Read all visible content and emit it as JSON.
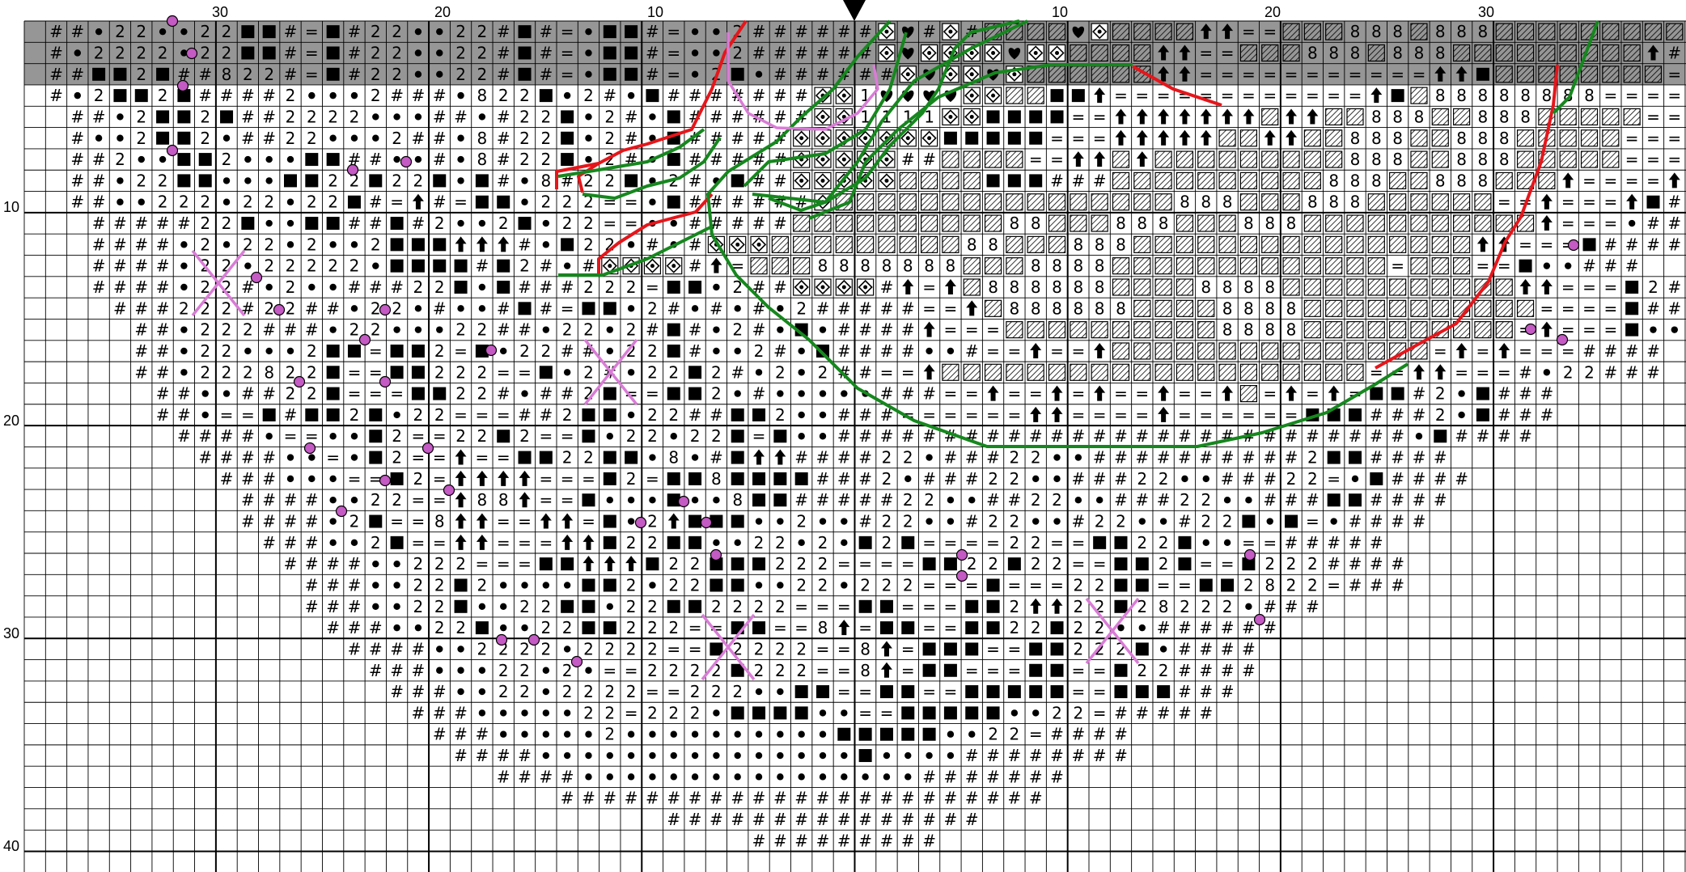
{
  "title": "",
  "top_numbers": [
    "30",
    "20",
    "10",
    "10",
    "20",
    "30"
  ],
  "left_numbers": [
    "10",
    "20",
    "30",
    "40"
  ],
  "center_marker": "black-down-triangle-icon",
  "symbol_key": {
    "H": "#",
    "D": "•",
    "T": "2",
    "Q": "■",
    "E": "=",
    "A": "arrow-up-icon",
    "S": "hatched-square-icon",
    "B": "8",
    "M": "diamond-icon",
    "K": "heart-icon",
    "O": "1",
    "X": "dotted-diamond-icon"
  },
  "colors": {
    "shaded_band": "#969696",
    "grid": "#000000",
    "outline_red": "#e5161b",
    "outline_green": "#16871e",
    "backstitch_pink": "#d97cd6",
    "bead_fill": "#c45ac3"
  },
  "pattern_rows": [
    "HHDTTDDTTQQHEQHTTDDTTHQHEDQQHEDDTHHHHHHMKHMHSSSSKMSSSSAAEESSSBBBSBBBSSSSSSSSSAHSAESAEAEHHHH",
    "HDTTTTDTTQQHEQHTTDDTTHQHEDQQHEDDTHHHHHHMKMMMMKMMSSSSAAEESSSBBBSBBBSSSSSSSSSAHSAESAEAEHHHH",
    "HHQQTQHHBTTHEQHTTDDTTHQHEDQQHEDTQDHHHHHHMKMMKMSSSSSSAAEEEEEEEEEEEAAQSSSSSSSSEEEEEEAQHHHH",
    "HDTQQTQHHHHTDDDTHHHDBTTQDTHDQHHHHHHHMMOKKKKMMSSQQAEEEEEEEEEEEEAQSBBBBBBBBEEEEAQQHHHH",
    "HHDTQQTQHHTTTTDDDHHDHTTQDTHDQHHHHHHMMOOOOMMQQQQEEAAAAAAASAASSBBBSSBBBSSSSSEEEEAQHHHHH",
    "HDDTQQTDHHTTDDDTHHDBHTTQDTHDQHHHHHMMMMMMMQQQQQEEEAAAAASSAASSBBBSSBBBSSSSSEEEEAQHHHHH",
    "HHTDDQQTDDDQQHHDDHDBHTTQDTHDQHHHHHMMMMMHHSSSSEEAASASSSSSSSSSBBBSSBBBSSSSSEEEEAQHHHHH",
    "HHDTTQQDDDQQTTQTTQDQHDBHTTQDTHDQHHMMMMMSSSSQQQHHHSSSSSSSSSSBBBSSBBBSSSAEEEEAQHHHHH",
    "HHDDTTTDTTDTTQHEAHEQQDTTTEEDQHHHHHHMSSSSSSSSSSSSSSSSBBBSSSBBBSSSSSSEEAEEEAQHHHHH",
    "HHHHHTTQDDQQHHQHTDDTQDTTEEDDHHHHHSSSSSSSSSSBBSSSBBBSSSBBBSSSSSSSSSSSAEEEDHHHH",
    "HHHHDTDTTDTDDTQQQAAAHDQTTDHDHMMMSSSSSSSSSBBSSSBBBSSSSSSSSSSSSSSSSAAEEEQHHHH",
    "HHHHDTTDTTTTTDQQQQHQTHDHMMMMHAESSSBBBBBBBSSSBBBBSSSSSSSSSSSSSESSSEEQDDHHH",
    "HHHHDTTHDTDDHHHTTQDQHHHTTTEQQDTHHMMMMHAEASBBBBBBSSSSBBBBSSSSSSSSSSSAAEEEQTHHH",
    "HHHTTTHTTHHDTTDHDDHQHEQQDTHDHDHDTHHHHHEEASBBBBBBSSSSBBBBSSSSSSSSSSSEEEEQHHHH",
    "HHDTTTHHHDTTDDDTTHHDTTDTHQHDTHDQDHHHHAEEESSSSSSSSSSBBBBSSSSSSSSSSEAEEEQDDHHH",
    "HHDTTDDDTQQEQQTEQDTTHHDTTQHDDTHDQHHHHDDHEEAEEASSSSSSSSSSSSSSSEAEAEEEHHHH",
    "HHDTTTBTTQEEQQTTTEEQDTHDTTQTHDTDTHHEEASSSSSSSSSSSSSSSSSSSSEEAAEEEHDTTHHH",
    "HHDDHHTTQEEEQQTTHDHHTQEEQQTDHDDDDDHHHEEAEEAEAEEAEEASEAEAEQQHTDQHHH",
    "HHDEEQHQQTQDTTEEEHHTQQDTTHHQQTDDHHHEEEEEEAAEEEEAEEEEEEQQQHHHTDQHHH",
    "HHHHDEEDDQTEETTQTEEQDTTDTTQEQDDHHHHHHHHHHHHHHHHHHHHHHHHHHHDQHHHH",
    "HHHHDDEDQTEEAEEQQTTQQDBDHQAAHHHHTTDHHHTTDDHHHHHHHHHHTQQHHHH",
    "HHHDDDEEQTEAAAAEEEQTEQQBQQQQHHHTDHHHTTDDHHHTTDDHHHTTEDQHHHH",
    "HHHHDDTTEEABBAEEQDDDQDDBQQHHHHHTTDDHHTTDDHHHTTDDHHHQQHHHH",
    "HHHHDTQEEBAAEEAAEQDTAQQQDDTDDHTTDDHTTDDHTTDDHTTQDQEDHHHH",
    "HHHDDTQEEAAEEEAAQTTQQDDTTDTDQTQEEEETTEEQQTTQDDEEHHHHH",
    "HHHHDDTTTEEEQQAAAQTTQQQTTTEEEEQQTTQTTEEQQTQEEQTTTHHHH",
    "HHHDDTTQTDDDDQQTDTTQQDDTTDTTTEEEQEEETTQQEEQQTBTTEHHH",
    "HHHDDTTQDDTTQQDTTQQTTTTEEEQQEEEQQTAATTQTBTTTDHHH",
    "HHHDDTTQDDTTQQTTTEEQQEEBAEQQEEQQTTQTTDDHHHHHH",
    "HHHHDDTTTTDTTTTEEQTTTTEEBAEQQQEEQQTTTQDHHHH",
    "HHHDDDTTDTDEETTTTQTTTEEBAEQQEEEQQEEQTTHHHH",
    "HHHDDTTDTTTTEETTTDDQQEEQQEEQQQQQEEQQQHHH",
    "HHHDDDDDTTETTTDQQQQDDEEQQQQQDDTTEHHHHH",
    "HHHDDDDDTDDDDDDDDDDQQQQQDDTTEHHHH",
    "HHHHDDDDDDDDDDDDDDDQDDDDHHHHHHHH",
    "HHHHDDDDDDDDDDDDDDDDHHHHHHH",
    "HHHHHHHHHHHHHHHHHHHHHHH",
    "HHHHHHHHHHHHHHH",
    "HHHHHHHHH"
  ],
  "row_offsets": [
    1,
    1,
    1,
    1,
    2,
    2,
    2,
    2,
    2,
    3,
    3,
    3,
    3,
    4,
    5,
    5,
    5,
    6,
    6,
    7,
    8,
    9,
    10,
    10,
    11,
    12,
    13,
    13,
    14,
    15,
    16,
    17,
    18,
    19,
    20,
    22,
    25,
    30,
    34
  ]
}
